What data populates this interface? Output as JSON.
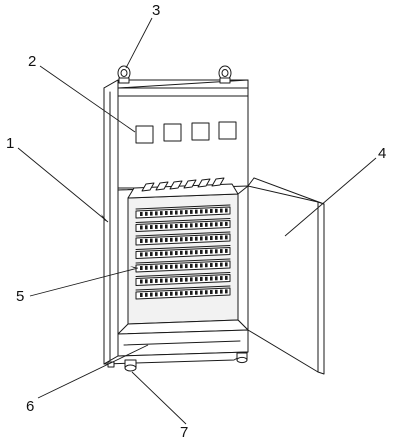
{
  "labels": {
    "l1": "1",
    "l2": "2",
    "l3": "3",
    "l4": "4",
    "l5": "5",
    "l6": "6",
    "l7": "7"
  },
  "drawer_rows": 7,
  "meter_windows": 4,
  "top_clips": 6,
  "line_color": "#1a1a1a",
  "background": "#ffffff"
}
